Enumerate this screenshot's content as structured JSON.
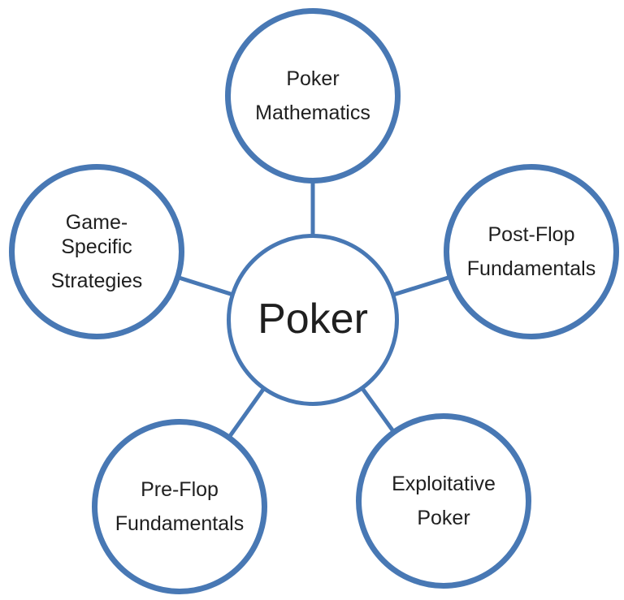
{
  "diagram": {
    "type": "radial-cycle",
    "center": {
      "id": "poker",
      "label": "Poker"
    },
    "satellites": [
      {
        "id": "poker-mathematics",
        "position": "top",
        "paragraphs": [
          "Poker",
          "Mathematics"
        ]
      },
      {
        "id": "post-flop-fundamentals",
        "position": "right",
        "paragraphs": [
          "Post-Flop",
          "Fundamentals"
        ]
      },
      {
        "id": "exploitative-poker",
        "position": "bottom-right",
        "paragraphs": [
          "Exploitative",
          "Poker"
        ]
      },
      {
        "id": "pre-flop-fundamentals",
        "position": "bottom-left",
        "paragraphs": [
          "Pre-Flop",
          "Fundamentals"
        ]
      },
      {
        "id": "game-specific-strategies",
        "position": "left",
        "paragraphs": [
          "Game-Specific",
          "Strategies"
        ]
      }
    ],
    "edges": [
      {
        "from": "poker",
        "to": "poker-mathematics"
      },
      {
        "from": "poker",
        "to": "post-flop-fundamentals"
      },
      {
        "from": "poker",
        "to": "exploitative-poker"
      },
      {
        "from": "poker",
        "to": "pre-flop-fundamentals"
      },
      {
        "from": "poker",
        "to": "game-specific-strategies"
      }
    ],
    "colors": {
      "circle_stroke": "#4878B4",
      "circle_fill": "#FFFFFF",
      "text": "#1F1F1F",
      "background": "#FFFFFF"
    }
  }
}
